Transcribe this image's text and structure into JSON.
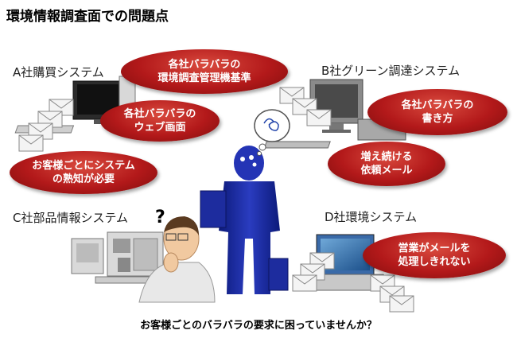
{
  "title": "環境情報調査面での問題点",
  "systems": {
    "a": "A社購買システム",
    "b": "B社グリーン調達システム",
    "c": "C社部品情報システム",
    "d": "D社環境システム"
  },
  "bubbles": {
    "mgmt_standard": [
      "各社バラバラの",
      "環境調査管理機基準"
    ],
    "web_screen": [
      "各社バラバラの",
      "ウェブ画面"
    ],
    "familiarity": [
      "お客様ごとにシステム",
      "の熟知が必要"
    ],
    "writing": [
      "各社バラバラの",
      "書き方"
    ],
    "requests": [
      "増え続ける",
      "依頼メール"
    ],
    "sales": [
      "営業がメールを",
      "処理しきれない"
    ]
  },
  "question": "お客様ごとのバラバラの要求に困っていませんか？",
  "colors": {
    "bubble": "#b3191a",
    "suit": "#1f2fa8"
  }
}
